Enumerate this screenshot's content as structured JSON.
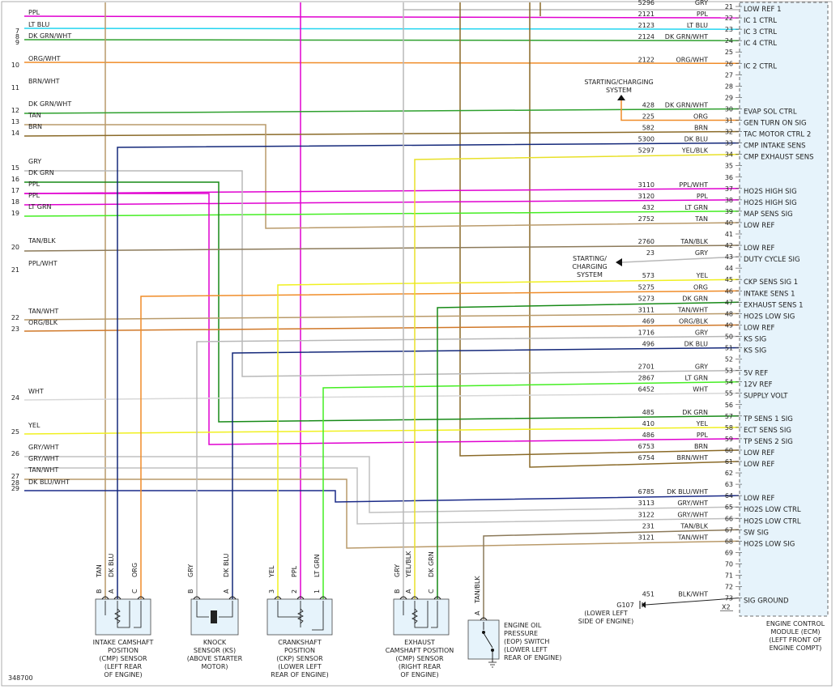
{
  "ecm": {
    "name_lines": [
      "ENGINE CONTROL",
      "MODULE (ECM)",
      "(LEFT FRONT OF",
      "ENGINE COMPT)"
    ],
    "connector": "X2"
  },
  "left_wires": [
    {
      "num": "",
      "label": "PPL",
      "color": "#e000d0"
    },
    {
      "num": "7",
      "label": "LT BLU",
      "color": "#22d5f0"
    },
    {
      "num": "8",
      "label": "",
      "color": ""
    },
    {
      "num": "9",
      "label": "DK GRN/WHT",
      "color": "#2ea02e"
    },
    {
      "num": "10",
      "label": "ORG/WHT",
      "color": "#f08c28"
    },
    {
      "num": "11",
      "label": "BRN/WHT",
      "color": "#8a6a28"
    },
    {
      "num": "12",
      "label": "DK GRN/WHT",
      "color": "#2ea02e"
    },
    {
      "num": "13",
      "label": "TAN",
      "color": "#b99a6a"
    },
    {
      "num": "14",
      "label": "BRN",
      "color": "#8a6a28"
    },
    {
      "num": "15",
      "label": "GRY",
      "color": "#b8b8b8"
    },
    {
      "num": "16",
      "label": "DK GRN",
      "color": "#178a17"
    },
    {
      "num": "17",
      "label": "PPL",
      "color": "#e000d0"
    },
    {
      "num": "18",
      "label": "PPL",
      "color": "#e000d0"
    },
    {
      "num": "19",
      "label": "LT GRN",
      "color": "#44ee22"
    },
    {
      "num": "20",
      "label": "TAN/BLK",
      "color": "#8c7a5a"
    },
    {
      "num": "21",
      "label": "PPL/WHT",
      "color": "#e000d0"
    },
    {
      "num": "22",
      "label": "TAN/WHT",
      "color": "#b99a6a"
    },
    {
      "num": "23",
      "label": "ORG/BLK",
      "color": "#d07828"
    },
    {
      "num": "24",
      "label": "WHT",
      "color": "#d8d8d8"
    },
    {
      "num": "25",
      "label": "YEL",
      "color": "#f0f020"
    },
    {
      "num": "26",
      "label": "GRY/WHT",
      "color": "#c0c0c0"
    },
    {
      "num": "",
      "label": "GRY/WHT",
      "color": "#c0c0c0"
    },
    {
      "num": "27",
      "label": "TAN/WHT",
      "color": "#b99a6a"
    },
    {
      "num": "28",
      "label": "",
      "color": ""
    },
    {
      "num": "29",
      "label": "DK BLU/WHT",
      "color": "#1a2a88"
    }
  ],
  "ecm_pins": [
    {
      "pin": "21",
      "circuit": "5296",
      "wire": "GRY",
      "func": "LOW REF 1",
      "color": "#b8b8b8"
    },
    {
      "pin": "22",
      "circuit": "2121",
      "wire": "PPL",
      "func": "IC 1 CTRL",
      "color": "#e000d0"
    },
    {
      "pin": "23",
      "circuit": "2123",
      "wire": "LT BLU",
      "func": "IC 3 CTRL",
      "color": "#22d5f0"
    },
    {
      "pin": "24",
      "circuit": "2124",
      "wire": "DK GRN/WHT",
      "func": "IC 4 CTRL",
      "color": "#2ea02e"
    },
    {
      "pin": "25",
      "circuit": "",
      "wire": "",
      "func": "",
      "color": ""
    },
    {
      "pin": "26",
      "circuit": "2122",
      "wire": "ORG/WHT",
      "func": "IC 2 CTRL",
      "color": "#f08c28"
    },
    {
      "pin": "27",
      "circuit": "",
      "wire": "",
      "func": "",
      "color": ""
    },
    {
      "pin": "28",
      "circuit": "",
      "wire": "",
      "func": "",
      "color": ""
    },
    {
      "pin": "29",
      "circuit": "",
      "wire": "",
      "func": "",
      "color": ""
    },
    {
      "pin": "30",
      "circuit": "428",
      "wire": "DK GRN/WHT",
      "func": "EVAP SOL CTRL",
      "color": "#2ea02e"
    },
    {
      "pin": "31",
      "circuit": "225",
      "wire": "ORG",
      "func": "GEN TURN ON SIG",
      "color": "#f08c28"
    },
    {
      "pin": "32",
      "circuit": "582",
      "wire": "BRN",
      "func": "TAC MOTOR CTRL 2",
      "color": "#8a6a28"
    },
    {
      "pin": "33",
      "circuit": "5300",
      "wire": "DK BLU",
      "func": "CMP INTAKE SENS",
      "color": "#14287a"
    },
    {
      "pin": "34",
      "circuit": "5297",
      "wire": "YEL/BLK",
      "func": "CMP EXHAUST SENS",
      "color": "#e8e028"
    },
    {
      "pin": "35",
      "circuit": "",
      "wire": "",
      "func": "",
      "color": ""
    },
    {
      "pin": "36",
      "circuit": "",
      "wire": "",
      "func": "",
      "color": ""
    },
    {
      "pin": "37",
      "circuit": "3110",
      "wire": "PPL/WHT",
      "func": "HO2S HIGH SIG",
      "color": "#e000d0"
    },
    {
      "pin": "38",
      "circuit": "3120",
      "wire": "PPL",
      "func": "HO2S HIGH SIG",
      "color": "#e000d0"
    },
    {
      "pin": "39",
      "circuit": "432",
      "wire": "LT GRN",
      "func": "MAP SENS SIG",
      "color": "#44ee22"
    },
    {
      "pin": "40",
      "circuit": "2752",
      "wire": "TAN",
      "func": "LOW REF",
      "color": "#b99a6a"
    },
    {
      "pin": "41",
      "circuit": "",
      "wire": "",
      "func": "",
      "color": ""
    },
    {
      "pin": "42",
      "circuit": "2760",
      "wire": "TAN/BLK",
      "func": "LOW REF",
      "color": "#8c7a5a"
    },
    {
      "pin": "43",
      "circuit": "23",
      "wire": "GRY",
      "func": "DUTY CYCLE SIG",
      "color": "#b8b8b8"
    },
    {
      "pin": "44",
      "circuit": "",
      "wire": "",
      "func": "",
      "color": ""
    },
    {
      "pin": "45",
      "circuit": "573",
      "wire": "YEL",
      "func": "CKP SENS SIG 1",
      "color": "#f0f020"
    },
    {
      "pin": "46",
      "circuit": "5275",
      "wire": "ORG",
      "func": "INTAKE SENS 1",
      "color": "#f08c28"
    },
    {
      "pin": "47",
      "circuit": "5273",
      "wire": "DK GRN",
      "func": "EXHAUST SENS 1",
      "color": "#178a17"
    },
    {
      "pin": "48",
      "circuit": "3111",
      "wire": "TAN/WHT",
      "func": "HO2S LOW SIG",
      "color": "#b99a6a"
    },
    {
      "pin": "49",
      "circuit": "469",
      "wire": "ORG/BLK",
      "func": "LOW REF",
      "color": "#d07828"
    },
    {
      "pin": "50",
      "circuit": "1716",
      "wire": "GRY",
      "func": "KS SIG",
      "color": "#b8b8b8"
    },
    {
      "pin": "51",
      "circuit": "496",
      "wire": "DK BLU",
      "func": "KS SIG",
      "color": "#14287a"
    },
    {
      "pin": "52",
      "circuit": "",
      "wire": "",
      "func": "",
      "color": ""
    },
    {
      "pin": "53",
      "circuit": "2701",
      "wire": "GRY",
      "func": "5V REF",
      "color": "#b8b8b8"
    },
    {
      "pin": "54",
      "circuit": "2867",
      "wire": "LT GRN",
      "func": "12V REF",
      "color": "#44ee22"
    },
    {
      "pin": "55",
      "circuit": "6452",
      "wire": "WHT",
      "func": "SUPPLY VOLT",
      "color": "#d8d8d8"
    },
    {
      "pin": "56",
      "circuit": "",
      "wire": "",
      "func": "",
      "color": ""
    },
    {
      "pin": "57",
      "circuit": "485",
      "wire": "DK GRN",
      "func": "TP SENS 1 SIG",
      "color": "#178a17"
    },
    {
      "pin": "58",
      "circuit": "410",
      "wire": "YEL",
      "func": "ECT SENS SIG",
      "color": "#f0f020"
    },
    {
      "pin": "59",
      "circuit": "486",
      "wire": "PPL",
      "func": "TP SENS 2 SIG",
      "color": "#e000d0"
    },
    {
      "pin": "60",
      "circuit": "6753",
      "wire": "BRN",
      "func": "LOW REF",
      "color": "#8a6a28"
    },
    {
      "pin": "61",
      "circuit": "6754",
      "wire": "BRN/WHT",
      "func": "LOW REF",
      "color": "#8a6a28"
    },
    {
      "pin": "62",
      "circuit": "",
      "wire": "",
      "func": "",
      "color": ""
    },
    {
      "pin": "63",
      "circuit": "",
      "wire": "",
      "func": "",
      "color": ""
    },
    {
      "pin": "64",
      "circuit": "6785",
      "wire": "DK BLU/WHT",
      "func": "LOW REF",
      "color": "#1a2a88"
    },
    {
      "pin": "65",
      "circuit": "3113",
      "wire": "GRY/WHT",
      "func": "HO2S LOW CTRL",
      "color": "#c0c0c0"
    },
    {
      "pin": "66",
      "circuit": "3122",
      "wire": "GRY/WHT",
      "func": "HO2S LOW CTRL",
      "color": "#c0c0c0"
    },
    {
      "pin": "67",
      "circuit": "231",
      "wire": "TAN/BLK",
      "func": "SW SIG",
      "color": "#8c7a5a"
    },
    {
      "pin": "68",
      "circuit": "3121",
      "wire": "TAN/WHT",
      "func": "HO2S LOW SIG",
      "color": "#b99a6a"
    },
    {
      "pin": "69",
      "circuit": "",
      "wire": "",
      "func": "",
      "color": ""
    },
    {
      "pin": "70",
      "circuit": "",
      "wire": "",
      "func": "",
      "color": ""
    },
    {
      "pin": "71",
      "circuit": "",
      "wire": "",
      "func": "",
      "color": ""
    },
    {
      "pin": "72",
      "circuit": "",
      "wire": "",
      "func": "",
      "color": ""
    },
    {
      "pin": "73",
      "circuit": "451",
      "wire": "BLK/WHT",
      "func": "SIG GROUND",
      "color": "#222222"
    }
  ],
  "starting_charging_1": [
    "STARTING/CHARGING",
    "SYSTEM"
  ],
  "starting_charging_2": [
    "STARTING/",
    "CHARGING",
    "SYSTEM"
  ],
  "ground": {
    "name": "G107",
    "lines": [
      "(LOWER LEFT",
      "SIDE OF ENGINE)"
    ]
  },
  "sensors": [
    {
      "id": "intake-cmp",
      "pins": [
        "B",
        "A",
        "C"
      ],
      "wires": [
        "TAN",
        "DK BLU",
        "ORG"
      ],
      "lines": [
        "INTAKE CAMSHAFT",
        "POSITION",
        "(CMP) SENSOR",
        "(LEFT REAR",
        "OF ENGINE)"
      ]
    },
    {
      "id": "knock",
      "pins": [
        "B",
        "A"
      ],
      "wires": [
        "GRY",
        "DK BLU"
      ],
      "lines": [
        "KNOCK",
        "SENSOR (KS)",
        "(ABOVE STARTER",
        "MOTOR)"
      ]
    },
    {
      "id": "ckp",
      "pins": [
        "3",
        "2",
        "1"
      ],
      "wires": [
        "YEL",
        "PPL",
        "LT GRN"
      ],
      "lines": [
        "CRANKSHAFT",
        "POSITION",
        "(CKP) SENSOR",
        "(LOWER LEFT",
        "REAR OF ENGINE)"
      ]
    },
    {
      "id": "exhaust-cmp",
      "pins": [
        "B",
        "A",
        "C"
      ],
      "wires": [
        "GRY",
        "YEL/BLK",
        "DK GRN"
      ],
      "lines": [
        "EXHAUST",
        "CAMSHAFT POSITION",
        "(CMP) SENSOR",
        "(RIGHT REAR",
        "OF ENGINE)"
      ]
    },
    {
      "id": "eop",
      "pins": [
        "A"
      ],
      "wires": [
        "TAN/BLK"
      ],
      "lines": [
        "ENGINE OIL",
        "PRESSURE",
        "(EOP) SWITCH",
        "(LOWER LEFT",
        "REAR OF ENGINE)"
      ]
    }
  ],
  "figure_id": "348700"
}
